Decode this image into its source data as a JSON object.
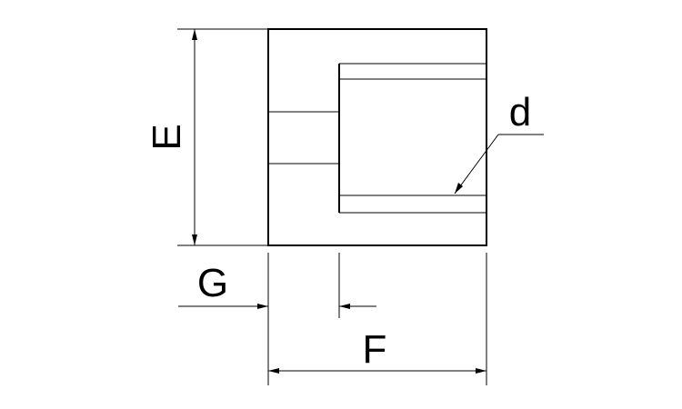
{
  "diagram": {
    "labels": {
      "E": "E",
      "G": "G",
      "F": "F",
      "d": "d"
    },
    "colors": {
      "line": "#000000",
      "background": "#ffffff"
    }
  }
}
